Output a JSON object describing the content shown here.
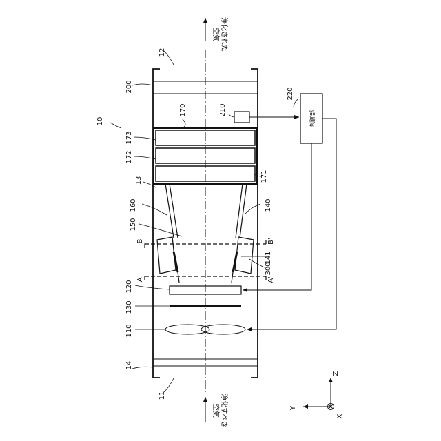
{
  "diagram": {
    "labels": {
      "device": "10",
      "outlet": "12",
      "inlet": "11",
      "housing": "13",
      "end_part_top": "200",
      "end_part_bottom": "14",
      "sensor": "210",
      "controller_ref": "220",
      "filter_frame": "170",
      "filter_1": "171",
      "filter_2": "172",
      "filter_3": "173",
      "duct_wall": "160",
      "duct_cone": "150",
      "duct_edge": "140",
      "inner_part": "141",
      "lamp_unit": "300",
      "plate": "120",
      "mesh": "130",
      "fan": "110",
      "section_b": "B",
      "section_b_prime": "B'",
      "section_a": "A",
      "section_a_prime": "A'"
    },
    "controller_text": "制御部",
    "outlet_text": "浄化された\n空気",
    "inlet_text": "浄化すべき\n空気",
    "axes": {
      "z": "Z",
      "y": "Y",
      "x": "X"
    }
  }
}
